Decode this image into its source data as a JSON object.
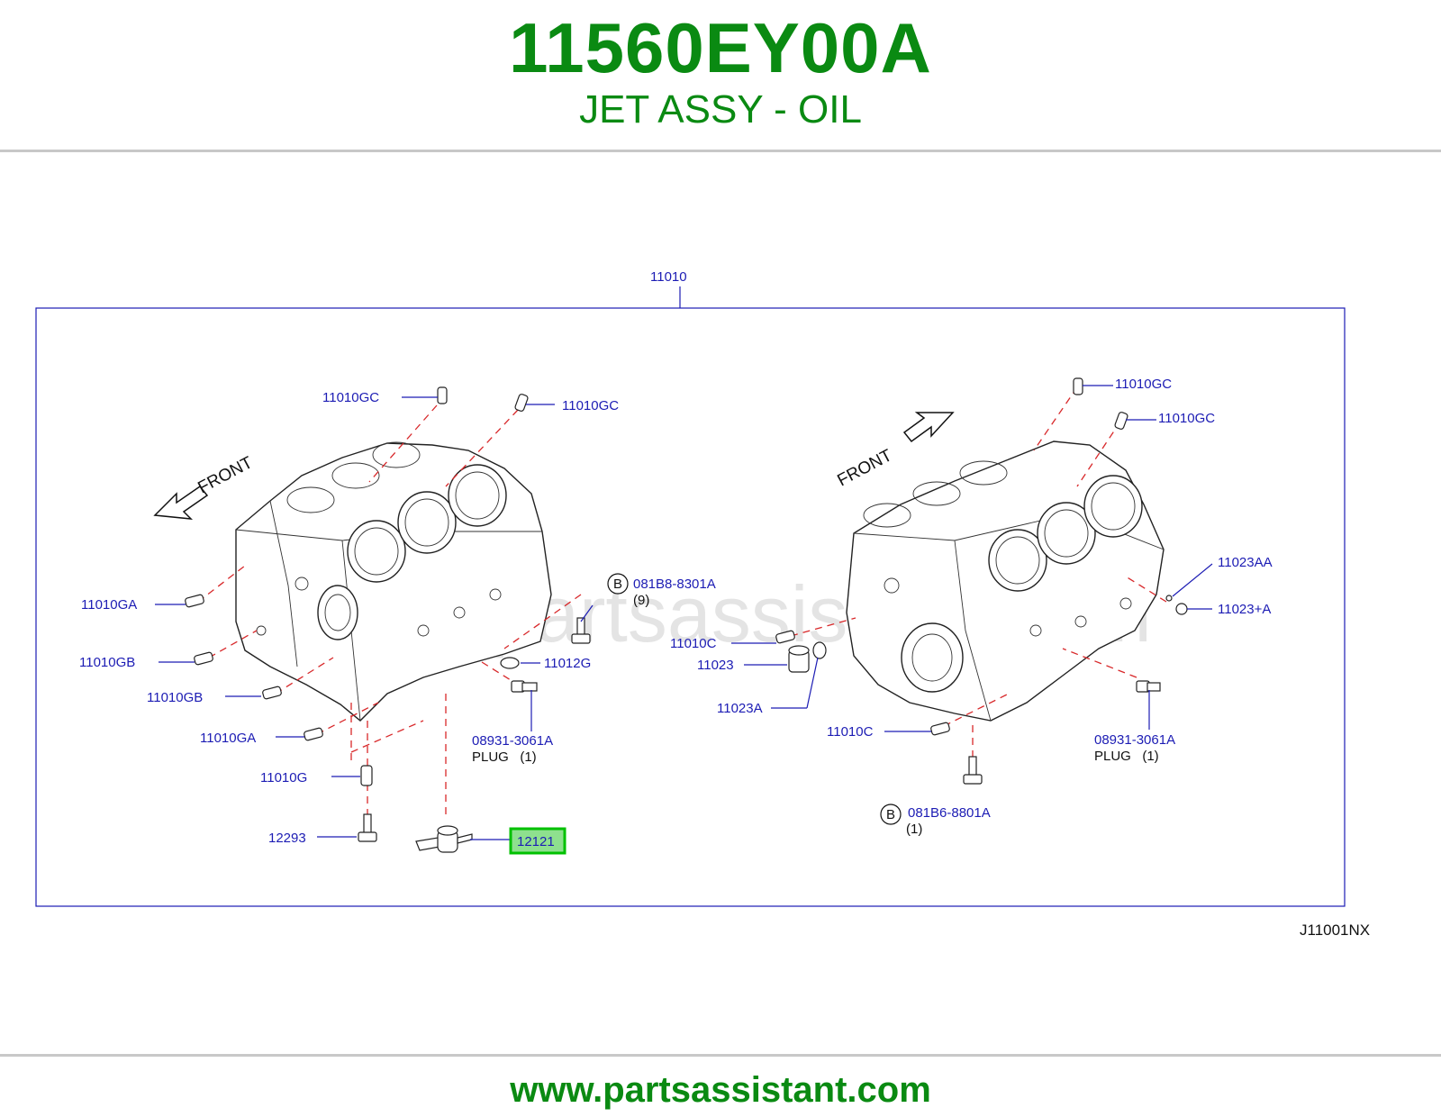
{
  "header": {
    "part_number": "11560EY00A",
    "part_name": "JET ASSY - OIL"
  },
  "footer": {
    "url": "www.partsassistant.com"
  },
  "watermark": "www.partsassistant.com",
  "diagram": {
    "frame_label": "11010",
    "reference_code": "J11001NX",
    "front_label": "FRONT",
    "highlight_color": "#00c000",
    "label_color": "#1c1cb4",
    "dash_color": "#d8282a",
    "left_callouts": [
      {
        "id": "11010GC",
        "text": "11010GC"
      },
      {
        "id": "11010GC-2",
        "text": "11010GC"
      },
      {
        "id": "11010GA",
        "text": "11010GA"
      },
      {
        "id": "11010GB",
        "text": "11010GB"
      },
      {
        "id": "11010GB-2",
        "text": "11010GB"
      },
      {
        "id": "11010GA-2",
        "text": "11010GA"
      },
      {
        "id": "11010G",
        "text": "11010G"
      },
      {
        "id": "12293",
        "text": "12293"
      },
      {
        "id": "12121",
        "text": "12121"
      },
      {
        "id": "081B8-8301A",
        "text": "081B8-8301A",
        "badge": "B",
        "qty": "(9)"
      },
      {
        "id": "11012G",
        "text": "11012G"
      },
      {
        "id": "08931-3061A",
        "text": "08931-3061A",
        "sub": "PLUG   (1)"
      }
    ],
    "right_callouts": [
      {
        "id": "11010GC",
        "text": "11010GC"
      },
      {
        "id": "11010GC-2",
        "text": "11010GC"
      },
      {
        "id": "11023AA",
        "text": "11023AA"
      },
      {
        "id": "11023+A",
        "text": "11023+A"
      },
      {
        "id": "11010C",
        "text": "11010C"
      },
      {
        "id": "11023",
        "text": "11023"
      },
      {
        "id": "11023A",
        "text": "11023A"
      },
      {
        "id": "11010C-2",
        "text": "11010C"
      },
      {
        "id": "08931-3061A",
        "text": "08931-3061A",
        "sub": "PLUG   (1)"
      },
      {
        "id": "081B6-8801A",
        "text": "081B6-8801A",
        "badge": "B",
        "qty": "(1)"
      }
    ]
  }
}
